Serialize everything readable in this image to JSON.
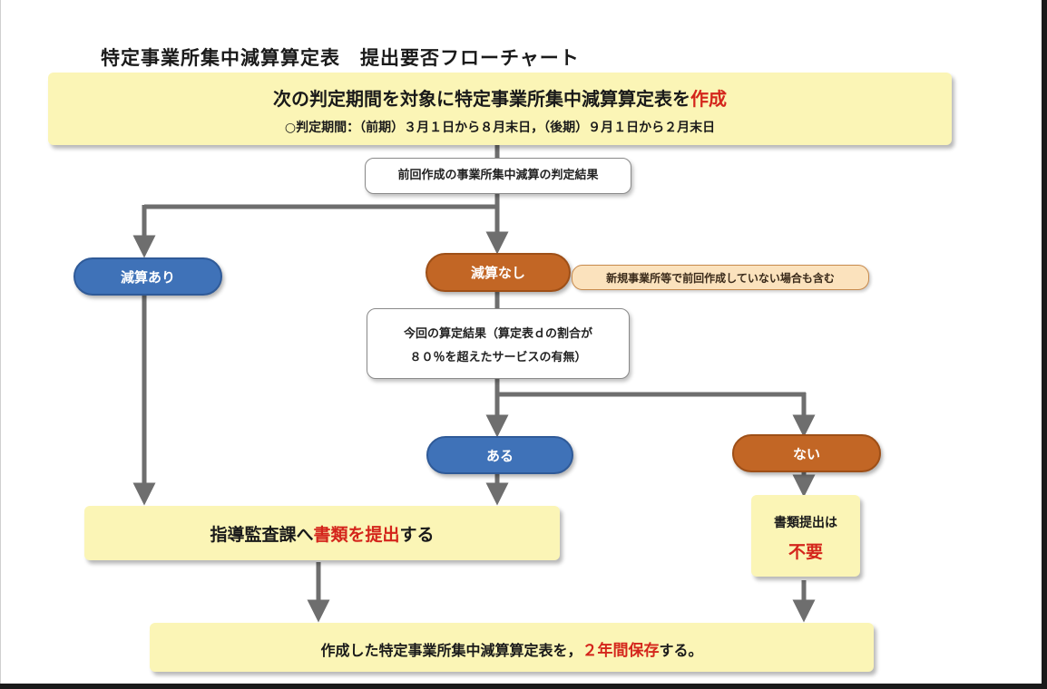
{
  "title": "特定事業所集中減算算定表　提出要否フローチャート",
  "top_box": {
    "main_prefix": "次の判定期間を対象に特定事業所集中減算算定表を",
    "main_highlight": "作成",
    "sub": "○判定期間：（前期）３月１日から８月末日，（後期）９月１日から２月末日"
  },
  "decision1": {
    "label": "前回作成の事業所集中減算の判定結果"
  },
  "branch_left": {
    "label": "減算あり"
  },
  "branch_right": {
    "label": "減算なし"
  },
  "branch_right_note": {
    "label": "新規事業所等で前回作成していない場合も含む"
  },
  "decision2": {
    "line1": "今回の算定結果（算定表ｄの割合が",
    "line2": "８０％を超えたサービスの有無）"
  },
  "answer_yes": {
    "label": "ある"
  },
  "answer_no": {
    "label": "ない"
  },
  "submit_box": {
    "prefix": "指導監査課へ",
    "highlight": "書類を提出",
    "suffix": "する"
  },
  "no_submit_box": {
    "line1": "書類提出は",
    "highlight": "不要"
  },
  "bottom_box": {
    "prefix": "作成した特定事業所集中減算算定表を，",
    "highlight": "２年間保存",
    "suffix": "する。"
  },
  "colors": {
    "yellow_box": "#fbf5b6",
    "blue_pill": "#3f72b8",
    "orange_pill": "#c26625",
    "note_fill": "#fbe2bd",
    "highlight_red": "#d4251b",
    "connector": "#6e6e6e"
  }
}
